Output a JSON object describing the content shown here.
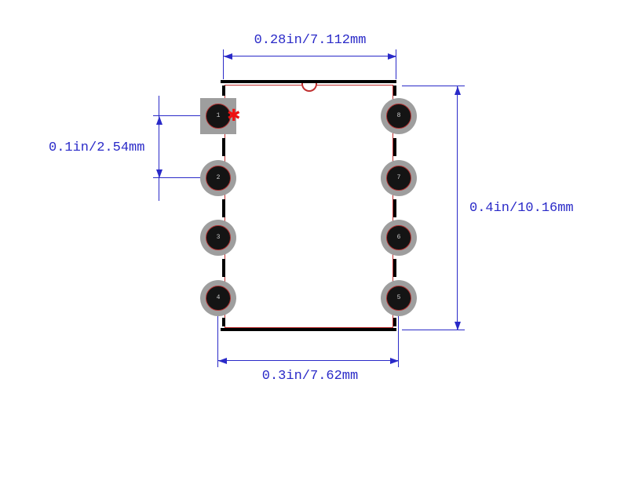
{
  "dimensions": {
    "top": {
      "label": "0.28in/7.112mm"
    },
    "left": {
      "label": "0.1in/2.54mm"
    },
    "right": {
      "label": "0.4in/10.16mm"
    },
    "bottom": {
      "label": "0.3in/7.62mm"
    }
  },
  "pins": [
    {
      "number": "1"
    },
    {
      "number": "2"
    },
    {
      "number": "3"
    },
    {
      "number": "4"
    },
    {
      "number": "5"
    },
    {
      "number": "6"
    },
    {
      "number": "7"
    },
    {
      "number": "8"
    }
  ],
  "pin1_marker": "✱",
  "colors": {
    "dimension": "#2a2ac8",
    "package_outline": "#000000",
    "courtyard": "#c03030",
    "pad": "#9e9e9e",
    "drill": "#141414",
    "pin1_star": "#ee1010"
  }
}
